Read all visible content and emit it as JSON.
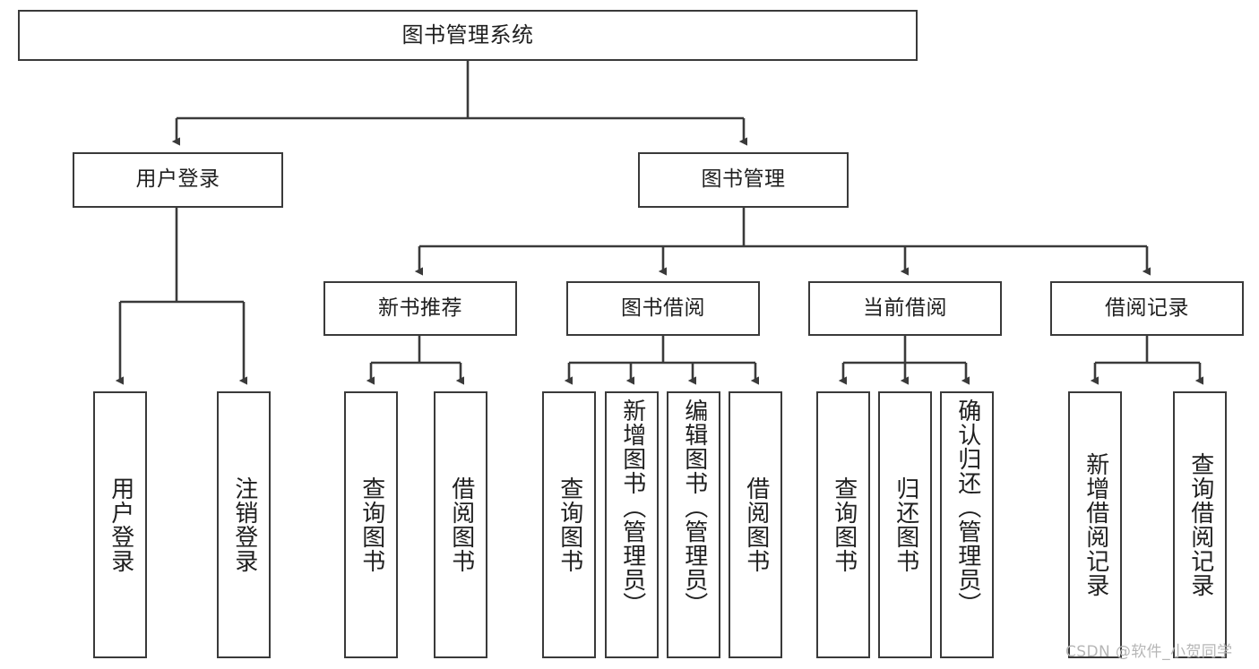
{
  "diagram": {
    "title": "图书管理系统",
    "type": "tree-hierarchy-chart",
    "stroke_color": "#3a3a3a",
    "fill_color": "#ffffff",
    "text_color": "#1f1f1f",
    "nodes": {
      "root": {
        "label": "图书管理系统"
      },
      "level2": [
        {
          "id": "user-login",
          "label": "用户登录"
        },
        {
          "id": "book-manage",
          "label": "图书管理"
        }
      ],
      "level3": [
        {
          "id": "new-book-rec",
          "label": "新书推荐"
        },
        {
          "id": "book-borrow",
          "label": "图书借阅"
        },
        {
          "id": "current-borrow",
          "label": "当前借阅"
        },
        {
          "id": "borrow-record",
          "label": "借阅记录"
        }
      ],
      "leaves": {
        "user_login": [
          {
            "id": "leaf-user-login",
            "label": "用户登录"
          },
          {
            "id": "leaf-logout",
            "label": "注销登录"
          }
        ],
        "new_book_rec": [
          {
            "id": "leaf-query-book-1",
            "label": "查询图书"
          },
          {
            "id": "leaf-borrow-book-1",
            "label": "借阅图书"
          }
        ],
        "book_borrow": [
          {
            "id": "leaf-query-book-2",
            "label": "查询图书"
          },
          {
            "id": "leaf-add-book",
            "label": "新增图书（管理员）"
          },
          {
            "id": "leaf-edit-book",
            "label": "编辑图书（管理员）"
          },
          {
            "id": "leaf-borrow-book-2",
            "label": "借阅图书"
          }
        ],
        "current_borrow": [
          {
            "id": "leaf-query-book-3",
            "label": "查询图书"
          },
          {
            "id": "leaf-return-book",
            "label": "归还图书"
          },
          {
            "id": "leaf-confirm-return",
            "label": "确认归还（管理员）"
          }
        ],
        "borrow_record": [
          {
            "id": "leaf-add-record",
            "label": "新增借阅记录"
          },
          {
            "id": "leaf-query-record",
            "label": "查询借阅记录"
          }
        ]
      }
    }
  },
  "watermark": {
    "text": "CSDN @软件_小贺同学"
  }
}
